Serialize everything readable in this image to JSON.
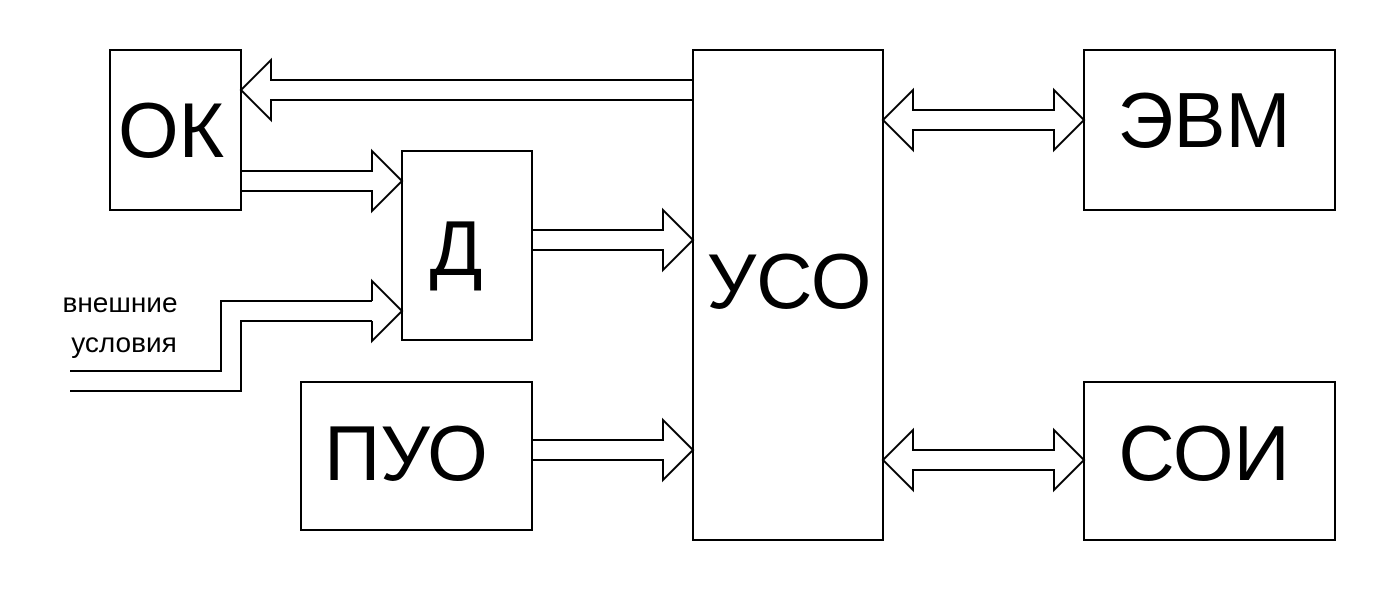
{
  "blocks": {
    "ok": "ОК",
    "d": "Д",
    "puo": "ПУО",
    "uso": "УСО",
    "evm": "ЭВМ",
    "soi": "СОИ"
  },
  "input_label": {
    "line1": "внешние",
    "line2": "условия"
  }
}
